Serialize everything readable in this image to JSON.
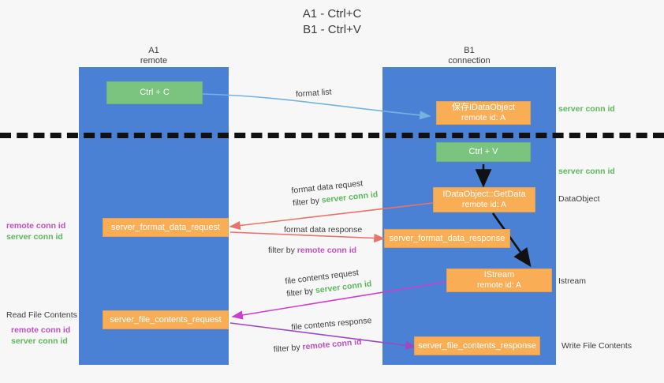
{
  "title_lines": [
    "A1 - Ctrl+C",
    "B1 - Ctrl+V"
  ],
  "lanes": [
    {
      "id": "a1",
      "name": "A1",
      "sub": "remote"
    },
    {
      "id": "b1",
      "name": "B1",
      "sub": "connection"
    }
  ],
  "boxes": [
    {
      "id": "ctrl-c",
      "kind": "green",
      "line1": "Ctrl + C",
      "line2": ""
    },
    {
      "id": "ole-idataobject",
      "kind": "orange",
      "line1": "保存IDataObject",
      "line2": "remote id: A"
    },
    {
      "id": "ctrl-v",
      "kind": "green",
      "line1": "Ctrl + V",
      "line2": ""
    },
    {
      "id": "idataobject-getdata",
      "kind": "orange",
      "line1": "IDataObject::GetData",
      "line2": "remote id: A"
    },
    {
      "id": "server-format-data-request",
      "kind": "orange",
      "line1": "server_format_data_request",
      "line2": ""
    },
    {
      "id": "server-format-data-response",
      "kind": "orange",
      "line1": "server_format_data_response",
      "line2": ""
    },
    {
      "id": "istream",
      "kind": "orange",
      "line1": "IStream",
      "line2": "remote id: A"
    },
    {
      "id": "server-file-contents-request",
      "kind": "orange",
      "line1": "server_file_contents_request",
      "line2": ""
    },
    {
      "id": "server-file-contents-response",
      "kind": "orange",
      "line1": "server_file_contents_response",
      "line2": ""
    }
  ],
  "arrow_labels": {
    "format_list": "format list",
    "format_data_request": "format data request",
    "format_data_response": "format data response",
    "file_contents_request": "file contents request",
    "file_contents_response": "file contents response",
    "filter_by": "filter by ",
    "server_conn_id": "server conn id",
    "remote_conn_id": "remote conn id"
  },
  "right_labels": [
    {
      "id": "server-conn-id-top",
      "text": "server conn id",
      "color": "green"
    },
    {
      "id": "server-conn-id-mid",
      "text": "server conn id",
      "color": "green"
    },
    {
      "id": "dataobject",
      "text": "DataObject",
      "color": "dark"
    },
    {
      "id": "istream-label",
      "text": "Istream",
      "color": "dark"
    },
    {
      "id": "write-file-contents",
      "text": "Write File Contents",
      "color": "dark"
    }
  ],
  "left_labels": {
    "conn_block_top": {
      "remote": "remote conn id",
      "server": "server conn id"
    },
    "read_file_contents": "Read File Contents",
    "conn_block_bottom": {
      "remote": "remote conn id",
      "server": "server conn id"
    }
  },
  "colors": {
    "lane": "#4a81d4",
    "orange": "#f9ae56",
    "green_box": "#7bc47f",
    "green_text": "#5cb85c",
    "magenta_text": "#c050c0",
    "arrow_blue": "#74b3e0",
    "arrow_red": "#e8736a",
    "arrow_magenta": "#cc3fcc",
    "arrow_purple": "#9a4bbf",
    "arrow_black": "#111111",
    "background": "#f7f7f7"
  }
}
